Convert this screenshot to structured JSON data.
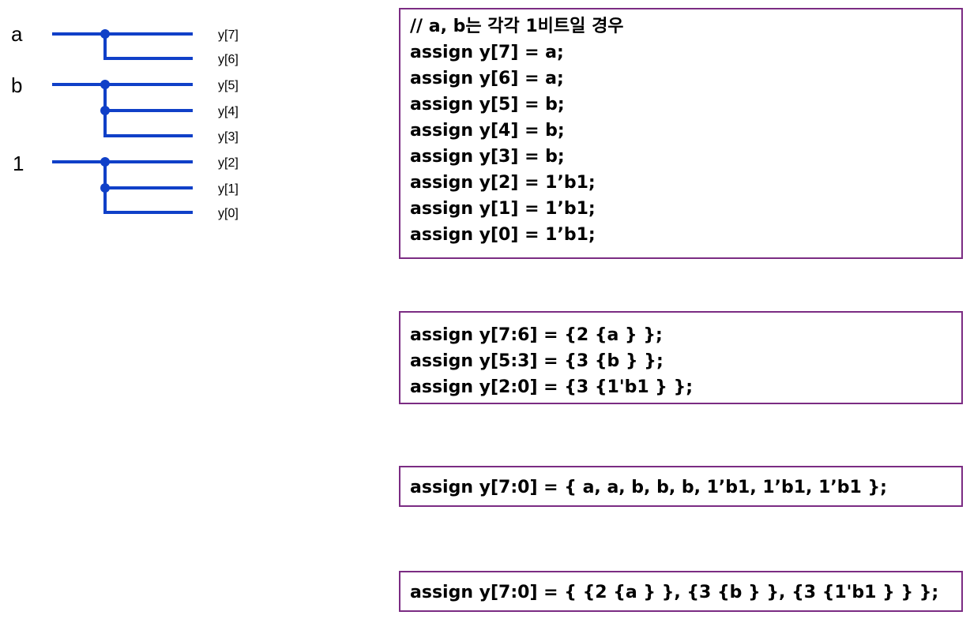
{
  "diagram": {
    "inputs": [
      {
        "id": "a",
        "label": "a",
        "outputs": [
          "y[7]",
          "y[6]"
        ]
      },
      {
        "id": "b",
        "label": "b",
        "outputs": [
          "y[5]",
          "y[4]",
          "y[3]"
        ]
      },
      {
        "id": "one",
        "label": "1",
        "outputs": [
          "y[2]",
          "y[1]",
          "y[0]"
        ]
      }
    ],
    "colors": {
      "wire": "#1040c8",
      "box_border": "#7b2c83",
      "text": "#000000"
    }
  },
  "code_blocks": {
    "individual": {
      "comment": "// a, b는 각각 1비트일 경우",
      "lines": [
        "assign y[7] = a;",
        "assign y[6] = a;",
        "assign y[5] = b;",
        "assign y[4] = b;",
        "assign y[3] = b;",
        "assign y[2] = 1’b1;",
        "assign y[1] = 1’b1;",
        "assign y[0] = 1’b1;"
      ]
    },
    "replication": {
      "lines": [
        "assign y[7:6] = {2 {a } };",
        "assign y[5:3] = {3 {b } };",
        "assign y[2:0] = {3 {1'b1 } };"
      ]
    },
    "concat": {
      "lines": [
        "assign y[7:0] = { a, a, b, b, b, 1’b1, 1’b1, 1’b1 };"
      ]
    },
    "nested": {
      "lines": [
        "assign y[7:0] = { {2 {a } }, {3 {b } }, {3 {1'b1 } } };"
      ]
    }
  }
}
